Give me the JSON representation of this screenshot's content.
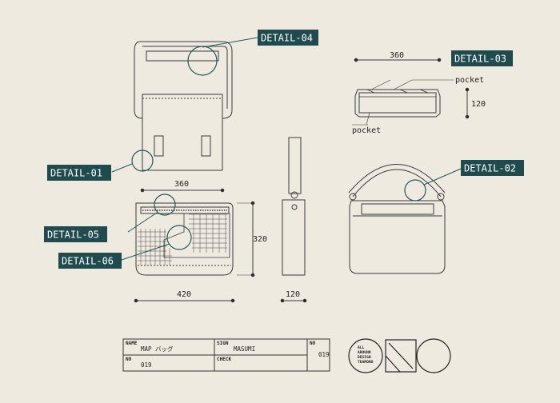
{
  "colors": {
    "background": "#efeae0",
    "line": "#3a3a3a",
    "callout_fill": "#1f4a4e",
    "callout_text": "#ffffff",
    "detail_circle": "#1f5a5a"
  },
  "callouts": {
    "detail_01": "DETAIL-01",
    "detail_02": "DETAIL-02",
    "detail_03": "DETAIL-03",
    "detail_04": "DETAIL-04",
    "detail_05": "DETAIL-05",
    "detail_06": "DETAIL-06"
  },
  "dimensions": {
    "top_view_width": "360",
    "front_width": "420",
    "front_height": "320",
    "side_depth": "120",
    "section_width": "360",
    "section_height": "120"
  },
  "notes": {
    "pocket_top": "pocket",
    "pocket_bottom": "pocket"
  },
  "title_block": {
    "name_header": "NAME",
    "name_value": "MAP バッグ",
    "sign_header": "SIGN",
    "sign_value": "MASUMI",
    "no_header_left": "NO",
    "no_value_left": "019",
    "check_header": "CHECK",
    "no_header_right": "NO",
    "no_value_right": "019"
  },
  "logo": {
    "line1": "ALL",
    "line2": "AROUND",
    "line3": "DESIGN",
    "line4": "TEAMONO"
  }
}
